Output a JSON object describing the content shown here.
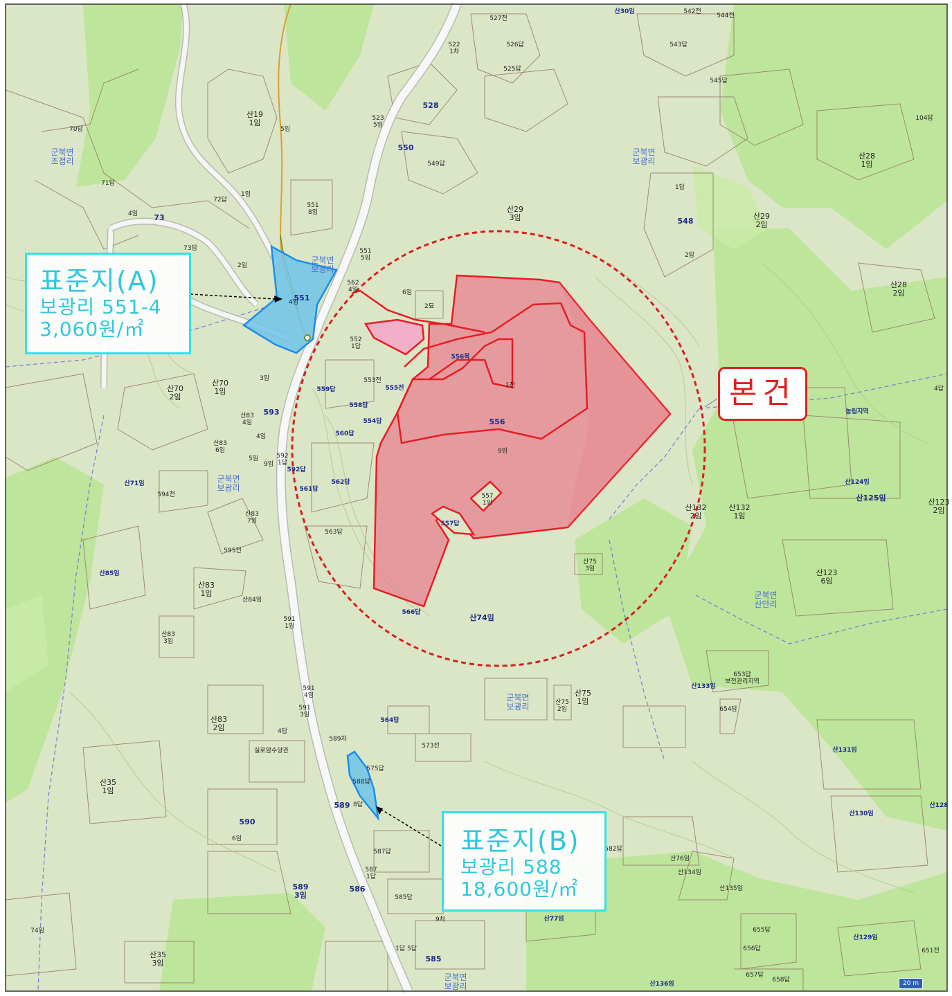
{
  "callouts": {
    "a": {
      "title": "표준지(A)",
      "address": "보광리 551-4",
      "price": "3,060원/㎡"
    },
    "b": {
      "title": "표준지(B)",
      "address": "보광리 588",
      "price": "18,600원/㎡"
    }
  },
  "subject_label": "본건",
  "scale": "20 m",
  "colors": {
    "subject_fill": "#e8828f",
    "subject_outline": "#e81c24",
    "standard_fill": "#6ec3ea",
    "standard_outline": "#1a8ee8",
    "callout_border": "#35e0ea",
    "radius_circle": "#d81e1e"
  },
  "map_labels": [
    {
      "text": "산30임"
    },
    {
      "text": "527전"
    },
    {
      "text": "526답"
    },
    {
      "text": "525답"
    },
    {
      "text": "542전"
    },
    {
      "text": "544전"
    },
    {
      "text": "543답"
    },
    {
      "text": "545답"
    },
    {
      "text": "104답"
    },
    {
      "text": "산28\n1임"
    },
    {
      "text": "군북면\n보광리"
    },
    {
      "text": "1답"
    },
    {
      "text": "548"
    },
    {
      "text": "산29\n2임"
    },
    {
      "text": "2답"
    },
    {
      "text": "산28\n2임"
    },
    {
      "text": "산29\n3임"
    },
    {
      "text": "549답"
    },
    {
      "text": "550"
    },
    {
      "text": "528"
    },
    {
      "text": "522\n1차"
    },
    {
      "text": "523\n5임"
    },
    {
      "text": "산19\n1임"
    },
    {
      "text": "5임"
    },
    {
      "text": "70답"
    },
    {
      "text": "군북면\n조정리"
    },
    {
      "text": "71답"
    },
    {
      "text": "4임"
    },
    {
      "text": "73"
    },
    {
      "text": "72답"
    },
    {
      "text": "1임"
    },
    {
      "text": "551\n8임"
    },
    {
      "text": "73답"
    },
    {
      "text": "2임"
    },
    {
      "text": "군북면\n보광리"
    },
    {
      "text": "551\n5임"
    },
    {
      "text": "551"
    },
    {
      "text": "4임"
    },
    {
      "text": "562\n4임"
    },
    {
      "text": "6임"
    },
    {
      "text": "2묘"
    },
    {
      "text": "552\n1답"
    },
    {
      "text": "556목"
    },
    {
      "text": "1전"
    },
    {
      "text": "553전"
    },
    {
      "text": "555전"
    },
    {
      "text": "559답"
    },
    {
      "text": "558답"
    },
    {
      "text": "554답"
    },
    {
      "text": "556"
    },
    {
      "text": "9임"
    },
    {
      "text": "560답"
    },
    {
      "text": "562답"
    },
    {
      "text": "561답"
    },
    {
      "text": "557\n1임"
    },
    {
      "text": "557답"
    },
    {
      "text": "563답"
    },
    {
      "text": "566답"
    },
    {
      "text": "산74임"
    },
    {
      "text": "산75\n3임"
    },
    {
      "text": "산70\n2임"
    },
    {
      "text": "산70\n1임"
    },
    {
      "text": "3임"
    },
    {
      "text": "산83\n4임"
    },
    {
      "text": "593"
    },
    {
      "text": "산83\n6임"
    },
    {
      "text": "4임"
    },
    {
      "text": "5임"
    },
    {
      "text": "9임"
    },
    {
      "text": "592\n1답"
    },
    {
      "text": "592답"
    },
    {
      "text": "군북면\n보광리"
    },
    {
      "text": "산71임"
    },
    {
      "text": "594전"
    },
    {
      "text": "산83\n7임"
    },
    {
      "text": "595전"
    },
    {
      "text": "산85임"
    },
    {
      "text": "산83\n1임"
    },
    {
      "text": "산84임"
    },
    {
      "text": "591\n1임"
    },
    {
      "text": "산83\n3임"
    },
    {
      "text": "4답"
    },
    {
      "text": "농림지역"
    },
    {
      "text": "산124임"
    },
    {
      "text": "산125임"
    },
    {
      "text": "산123\n2임"
    },
    {
      "text": "산132\n2임"
    },
    {
      "text": "산132\n1임"
    },
    {
      "text": "산123\n6임"
    },
    {
      "text": "군북면\n산안리"
    },
    {
      "text": "653답\n보전관리지역"
    },
    {
      "text": "산133임"
    },
    {
      "text": "654답"
    },
    {
      "text": "군북면\n보광리"
    },
    {
      "text": "산75\n1임"
    },
    {
      "text": "산75\n2임"
    },
    {
      "text": "591\n4임"
    },
    {
      "text": "591\n3임"
    },
    {
      "text": "산83\n2임"
    },
    {
      "text": "564답"
    },
    {
      "text": "4답"
    },
    {
      "text": "589차"
    },
    {
      "text": "573전"
    },
    {
      "text": "실로암수양관"
    },
    {
      "text": "575답"
    },
    {
      "text": "588답"
    },
    {
      "text": "산35\n1임"
    },
    {
      "text": "589"
    },
    {
      "text": "8답"
    },
    {
      "text": "590"
    },
    {
      "text": "6임"
    },
    {
      "text": "587답"
    },
    {
      "text": "587\n1답"
    },
    {
      "text": "586"
    },
    {
      "text": "589\n3임"
    },
    {
      "text": "585답"
    },
    {
      "text": "산131임"
    },
    {
      "text": "산130임"
    },
    {
      "text": "산128"
    },
    {
      "text": "582답"
    },
    {
      "text": "산76임"
    },
    {
      "text": "산134임"
    },
    {
      "text": "산135임"
    },
    {
      "text": "산77임"
    },
    {
      "text": "9차"
    },
    {
      "text": "655답"
    },
    {
      "text": "656답"
    },
    {
      "text": "657답"
    },
    {
      "text": "658답"
    },
    {
      "text": "651전"
    },
    {
      "text": "산129임"
    },
    {
      "text": "산136임"
    },
    {
      "text": "74임"
    },
    {
      "text": "산35\n3임"
    },
    {
      "text": "585"
    },
    {
      "text": "군북면\n보광리"
    },
    {
      "text": "5답"
    },
    {
      "text": "1답"
    }
  ]
}
